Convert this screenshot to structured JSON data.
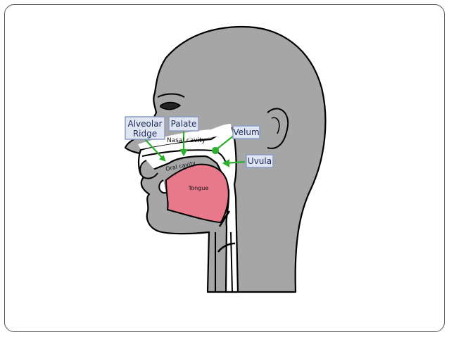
{
  "labels": {
    "alveolar_ridge_line1": "Alveolar",
    "alveolar_ridge_line2": "Ridge",
    "palate": "Palate",
    "velum": "Velum",
    "uvula": "Uvula",
    "nasal_cavity": "Nasal cavity",
    "oral_cavity": "Oral cavity",
    "tongue": "Tongue"
  },
  "colors": {
    "head_fill": "#a6a6a6",
    "outline": "#000000",
    "tongue_fill": "#e8798b",
    "leader_line": "#2db02d",
    "label_box": "#dfe6f2"
  }
}
